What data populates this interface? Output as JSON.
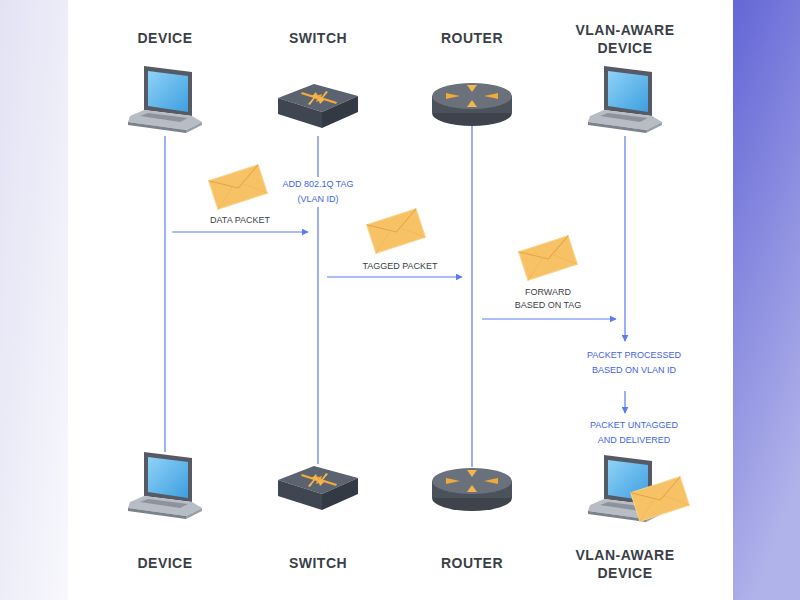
{
  "diagram": {
    "nodes": [
      {
        "text": [
          "DEVICE"
        ]
      },
      {
        "text": [
          "SWITCH"
        ]
      },
      {
        "text": [
          "ROUTER"
        ]
      },
      {
        "text": [
          "VLAN-AWARE DEVICE"
        ]
      },
      {
        "text": [
          "DEVICE"
        ]
      },
      {
        "text": [
          "SWITCH"
        ]
      },
      {
        "text": [
          "ROUTER"
        ]
      },
      {
        "text": [
          "VLAN-AWARE DEVICE"
        ]
      }
    ],
    "edges": [
      {
        "from": 0,
        "to": 4,
        "arrow": "none"
      },
      {
        "from": 1,
        "to": 5,
        "arrow": "none"
      },
      {
        "from": 2,
        "to": 6,
        "arrow": "none"
      }
    ],
    "labels": [
      "ADD 802.1Q TAG (VLAN ID)",
      "DATA PACKET",
      "TAGGED PACKET",
      "FORWARD BASED ON TAG",
      "PACKET PROCESSED BASED ON VLAN ID",
      "PACKET UNTAGGED AND DELIVERED"
    ]
  }
}
